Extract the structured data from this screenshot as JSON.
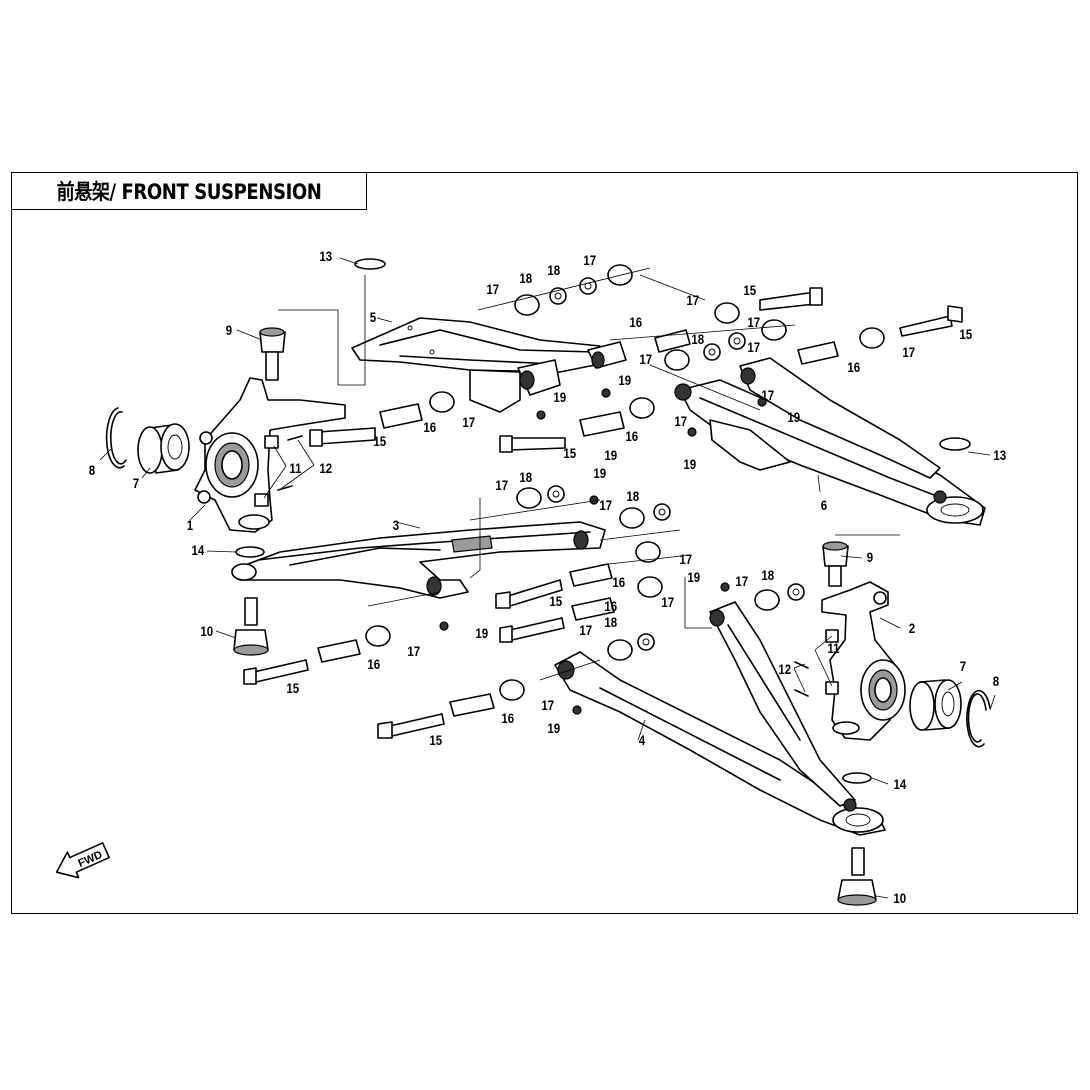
{
  "title": "前悬架/ FRONT SUSPENSION",
  "fwd_label": "FWD",
  "callouts": {
    "c1": "1",
    "c2": "2",
    "c3": "3",
    "c4": "4",
    "c5": "5",
    "c6": "6",
    "c7a": "7",
    "c7b": "7",
    "c8a": "8",
    "c8b": "8",
    "c9a": "9",
    "c9b": "9",
    "c10a": "10",
    "c10b": "10",
    "c11a": "11",
    "c11b": "11",
    "c12a": "12",
    "c12b": "12",
    "c13a": "13",
    "c13b": "13",
    "c14a": "14",
    "c14b": "14",
    "c15a": "15",
    "c15b": "15",
    "c15c": "15",
    "c15d": "15",
    "c15e": "15",
    "c15f": "15",
    "c15g": "15",
    "c16a": "16",
    "c16b": "16",
    "c16c": "16",
    "c16d": "16",
    "c16e": "16",
    "c16f": "16",
    "c16g": "16",
    "c16h": "16",
    "c17a": "17",
    "c17b": "17",
    "c17c": "17",
    "c17d": "17",
    "c17e": "17",
    "c17f": "17",
    "c17g": "17",
    "c17h": "17",
    "c17i": "17",
    "c17j": "17",
    "c17k": "17",
    "c17l": "17",
    "c17m": "17",
    "c17n": "17",
    "c17o": "17",
    "c17p": "17",
    "c17q": "17",
    "c17r": "17",
    "c18a": "18",
    "c18b": "18",
    "c18c": "18",
    "c18d": "18",
    "c18e": "18",
    "c18f": "18",
    "c18g": "18",
    "c19a": "19",
    "c19b": "19",
    "c19c": "19",
    "c19d": "19",
    "c19e": "19",
    "c19f": "19",
    "c19g": "19",
    "c19h": "19",
    "c19i": "19"
  }
}
